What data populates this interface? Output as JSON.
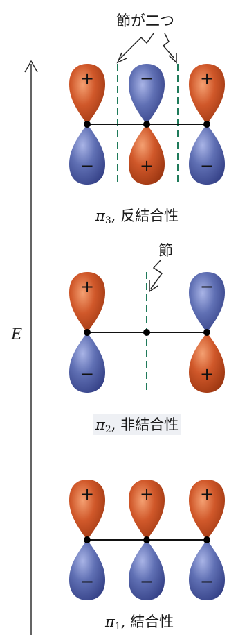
{
  "energy_axis_label": "E",
  "node_pair_label": "節が二つ",
  "node_single_label": "節",
  "levels": [
    {
      "id": "pi3",
      "symbol": "π",
      "subscript": "3",
      "name": "反結合性",
      "lobes": [
        {
          "top": "+",
          "bottom": "−",
          "top_color": "red",
          "bottom_color": "blue"
        },
        {
          "top": "−",
          "bottom": "+",
          "top_color": "blue",
          "bottom_color": "red"
        },
        {
          "top": "+",
          "bottom": "−",
          "top_color": "red",
          "bottom_color": "blue"
        }
      ]
    },
    {
      "id": "pi2",
      "symbol": "π",
      "subscript": "2",
      "name": "非結合性",
      "lobes": [
        {
          "top": "+",
          "bottom": "−",
          "top_color": "red",
          "bottom_color": "blue"
        },
        null,
        {
          "top": "−",
          "bottom": "+",
          "top_color": "blue",
          "bottom_color": "red"
        }
      ]
    },
    {
      "id": "pi1",
      "symbol": "π",
      "subscript": "1",
      "name": "結合性",
      "lobes": [
        {
          "top": "+",
          "bottom": "−",
          "top_color": "red",
          "bottom_color": "blue"
        },
        {
          "top": "+",
          "bottom": "−",
          "top_color": "red",
          "bottom_color": "blue"
        },
        {
          "top": "+",
          "bottom": "−",
          "top_color": "red",
          "bottom_color": "blue"
        }
      ]
    }
  ],
  "colors": {
    "red_lobe": "#c2501f",
    "blue_lobe": "#5563a8",
    "node_line": "#1f7a5a",
    "bond": "#111111"
  }
}
